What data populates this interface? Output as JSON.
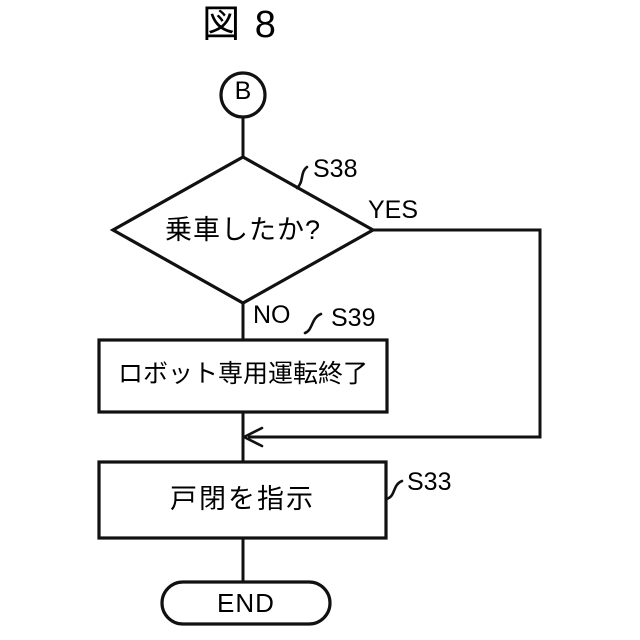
{
  "figure": {
    "title": "図 8",
    "background_color": "#ffffff",
    "line_color": "#111111"
  },
  "nodes": {
    "connector": {
      "type": "connector-circle",
      "label": "B"
    },
    "decision": {
      "type": "decision-diamond",
      "label": "乗車したか?",
      "step_ref": "S38",
      "branches": {
        "yes": "YES",
        "no": "NO"
      }
    },
    "process_robot_end": {
      "type": "process-rectangle",
      "label": "ロボット専用運転終了",
      "step_ref": "S39"
    },
    "process_door_close": {
      "type": "process-rectangle",
      "label": "戸閉を指示",
      "step_ref": "S33"
    },
    "terminator": {
      "type": "terminator-stadium",
      "label": "END"
    }
  },
  "flow": {
    "edges": [
      {
        "from": "connector",
        "to": "decision",
        "label": ""
      },
      {
        "from": "decision",
        "to": "process_robot_end",
        "label": "NO"
      },
      {
        "from": "decision",
        "to": "process_door_close",
        "label": "YES"
      },
      {
        "from": "process_robot_end",
        "to": "process_door_close",
        "label": ""
      },
      {
        "from": "process_door_close",
        "to": "terminator",
        "label": ""
      }
    ]
  }
}
